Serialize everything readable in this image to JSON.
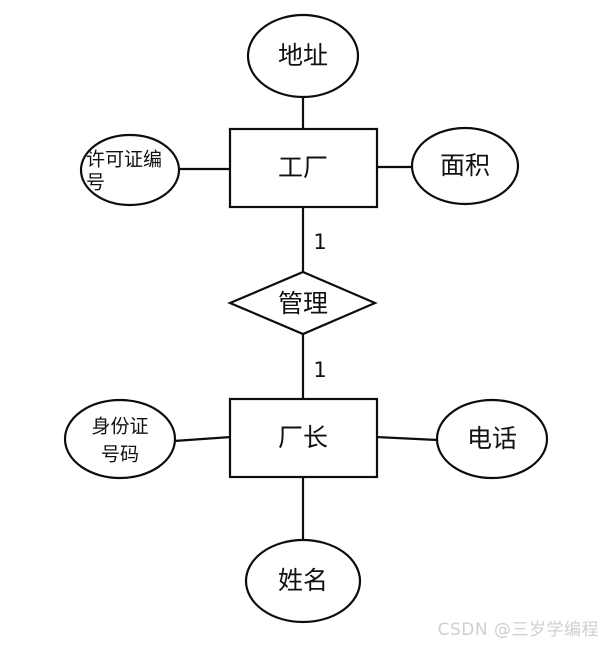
{
  "diagram": {
    "type": "entity-relationship-diagram",
    "title": "",
    "entities": [
      {
        "id": "factory",
        "label": "工厂",
        "shape": "rectangle"
      },
      {
        "id": "director",
        "label": "厂长",
        "shape": "rectangle"
      }
    ],
    "relationships": [
      {
        "id": "manage",
        "label": "管理",
        "shape": "diamond",
        "from": "factory",
        "to": "director",
        "cardinality_from": "1",
        "cardinality_to": "1"
      }
    ],
    "attributes": [
      {
        "id": "address",
        "label": "地址",
        "owner": "factory",
        "position": "top",
        "shape": "ellipse",
        "lines": [
          "地址"
        ]
      },
      {
        "id": "license-number",
        "label": "许可证编号",
        "owner": "factory",
        "position": "left",
        "shape": "ellipse",
        "lines": [
          "许可证编",
          "号"
        ]
      },
      {
        "id": "area",
        "label": "面积",
        "owner": "factory",
        "position": "right",
        "shape": "ellipse",
        "lines": [
          "面积"
        ]
      },
      {
        "id": "id-card-number",
        "label": "身份证号码",
        "owner": "director",
        "position": "left",
        "shape": "ellipse",
        "lines": [
          "身份证",
          "号码"
        ]
      },
      {
        "id": "phone",
        "label": "电话",
        "owner": "director",
        "position": "right",
        "shape": "ellipse",
        "lines": [
          "电话"
        ]
      },
      {
        "id": "name",
        "label": "姓名",
        "owner": "director",
        "position": "bottom",
        "shape": "ellipse",
        "lines": [
          "姓名"
        ]
      }
    ],
    "colors": {
      "stroke": "#0d0d0d",
      "fill": "#ffffff",
      "text": "#111111",
      "watermark": "#cfcfcf",
      "background": "#ffffff"
    }
  },
  "watermark": {
    "text": "CSDN @三岁学编程"
  }
}
